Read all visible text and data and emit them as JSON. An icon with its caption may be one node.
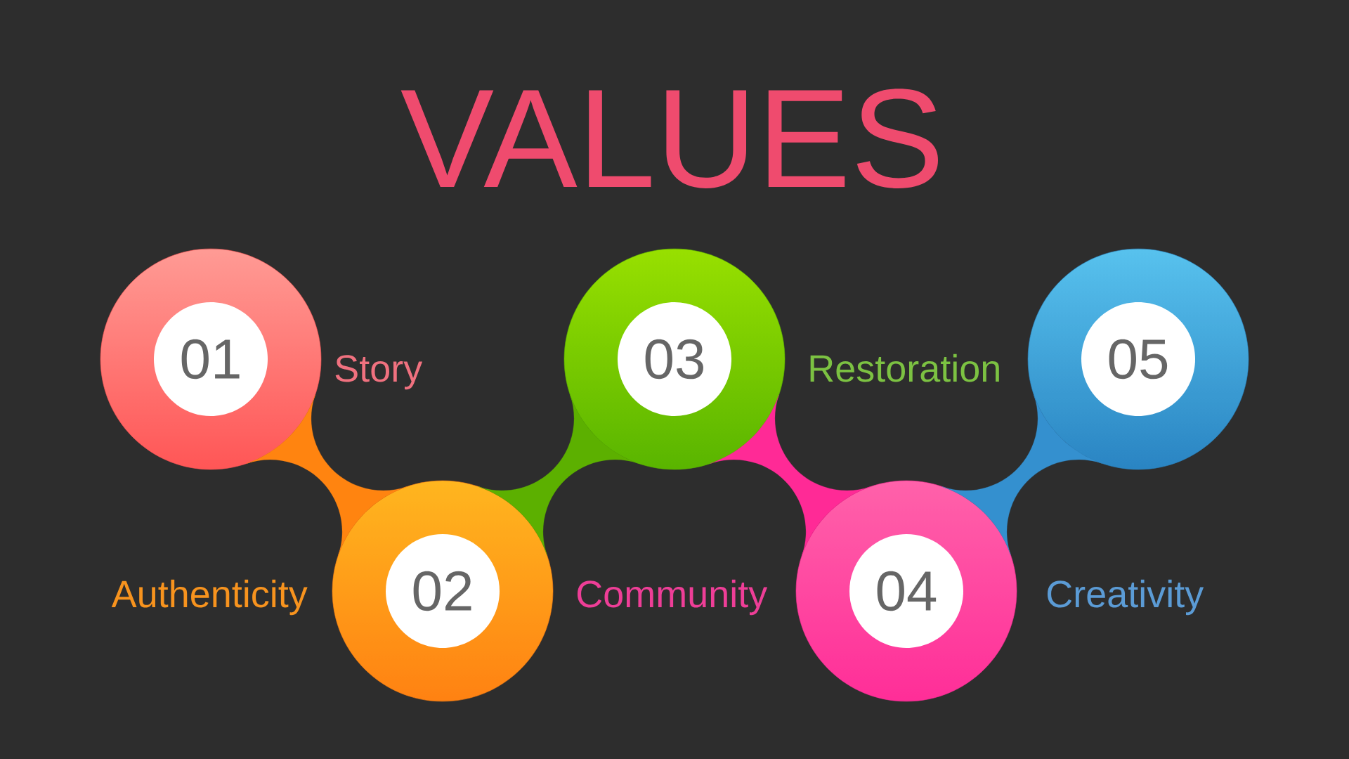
{
  "diagram": {
    "title": "VALUES",
    "nodes": [
      {
        "text": [
          "01"
        ],
        "beside": [
          "Story"
        ]
      },
      {
        "text": [
          "02"
        ],
        "beside": [
          "Authenticity"
        ]
      },
      {
        "text": [
          "03"
        ],
        "beside": [
          "Restoration"
        ]
      },
      {
        "text": [
          "04"
        ],
        "beside": [
          "Community"
        ]
      },
      {
        "text": [
          "05"
        ]
      }
    ],
    "edges": [
      {
        "from": 0,
        "to": 1,
        "arrow": "none",
        "color": "#ff8410"
      },
      {
        "from": 1,
        "to": 2,
        "arrow": "none",
        "color": "#5cb000"
      },
      {
        "from": 2,
        "to": 3,
        "arrow": "none",
        "color": "#ff2a96"
      },
      {
        "from": 3,
        "to": 4,
        "arrow": "none",
        "color": "#3490cf"
      }
    ],
    "labels": [
      "Creativity"
    ]
  }
}
